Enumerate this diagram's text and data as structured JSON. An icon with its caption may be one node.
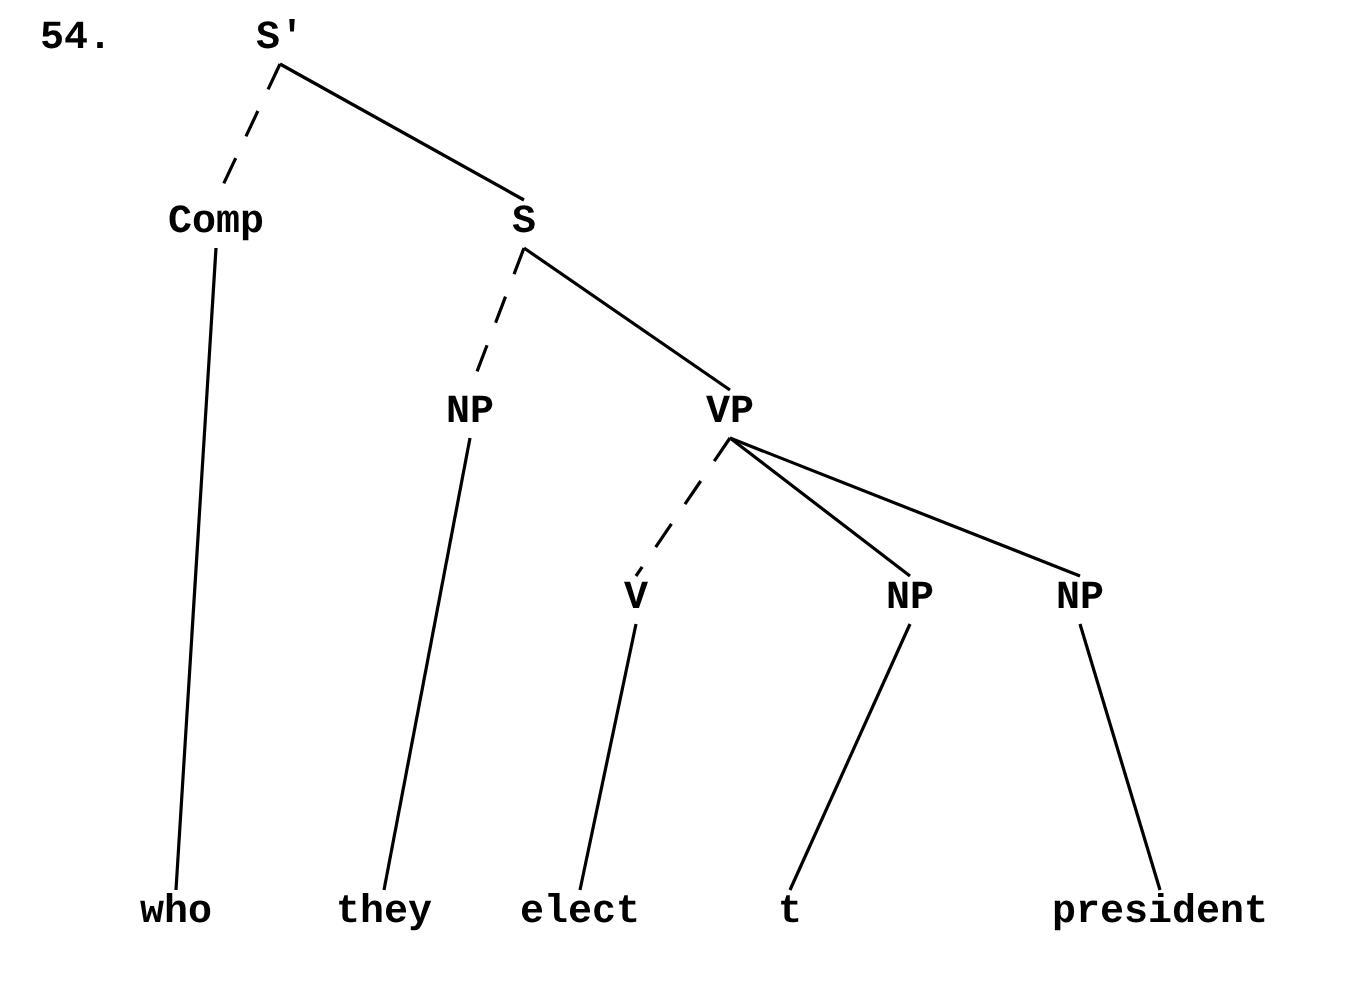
{
  "diagram": {
    "nodes": [
      {
        "text": [
          "S'"
        ]
      },
      {
        "text": [
          "Comp"
        ]
      },
      {
        "text": [
          "S"
        ]
      },
      {
        "text": [
          "NP"
        ]
      },
      {
        "text": [
          "VP"
        ]
      },
      {
        "text": [
          "V"
        ]
      },
      {
        "text": [
          "NP"
        ]
      },
      {
        "text": [
          "NP"
        ]
      },
      {
        "text": [
          "who"
        ]
      },
      {
        "text": [
          "they"
        ]
      },
      {
        "text": [
          "elect"
        ]
      },
      {
        "text": [
          "t"
        ]
      },
      {
        "text": [
          "president"
        ]
      }
    ],
    "edges": [
      {
        "from": 0,
        "to": 1,
        "arrow": "none",
        "style": "dashed"
      },
      {
        "from": 0,
        "to": 2,
        "arrow": "none"
      },
      {
        "from": 2,
        "to": 3,
        "arrow": "none",
        "style": "dashed"
      },
      {
        "from": 2,
        "to": 4,
        "arrow": "none"
      },
      {
        "from": 4,
        "to": 5,
        "arrow": "none",
        "style": "dashed"
      },
      {
        "from": 4,
        "to": 6,
        "arrow": "none"
      },
      {
        "from": 4,
        "to": 7,
        "arrow": "none"
      },
      {
        "from": 1,
        "to": 8,
        "arrow": "none"
      },
      {
        "from": 3,
        "to": 9,
        "arrow": "none"
      },
      {
        "from": 5,
        "to": 10,
        "arrow": "none"
      },
      {
        "from": 6,
        "to": 11,
        "arrow": "none"
      },
      {
        "from": 7,
        "to": 12,
        "arrow": "none"
      }
    ],
    "labels": [
      "54."
    ]
  }
}
